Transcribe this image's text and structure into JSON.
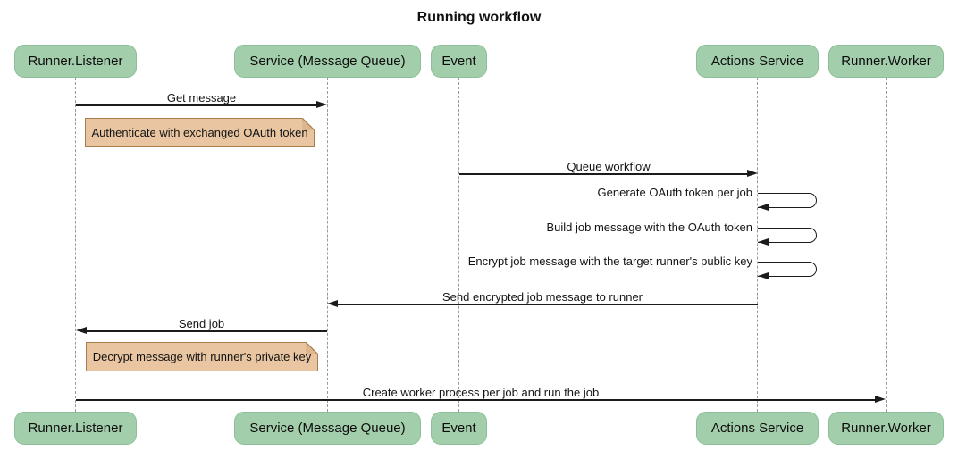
{
  "title": "Running workflow",
  "actors": [
    {
      "label": "Runner.Listener"
    },
    {
      "label": "Service (Message Queue)"
    },
    {
      "label": "Event"
    },
    {
      "label": "Actions Service"
    },
    {
      "label": "Runner.Worker"
    }
  ],
  "messages": [
    {
      "from": "Runner.Listener",
      "to": "Service (Message Queue)",
      "type": "solid-arrow",
      "label": "Get message"
    },
    {
      "from": "Event",
      "to": "Actions Service",
      "type": "solid-arrow",
      "label": "Queue workflow"
    },
    {
      "from": "Actions Service",
      "to": "Actions Service",
      "type": "self",
      "label": "Generate OAuth token per job"
    },
    {
      "from": "Actions Service",
      "to": "Actions Service",
      "type": "self",
      "label": "Build job message with the OAuth token"
    },
    {
      "from": "Actions Service",
      "to": "Actions Service",
      "type": "self",
      "label": "Encrypt job message with the target runner's public key"
    },
    {
      "from": "Actions Service",
      "to": "Service (Message Queue)",
      "type": "solid-arrow",
      "label": "Send encrypted job message to runner"
    },
    {
      "from": "Service (Message Queue)",
      "to": "Runner.Listener",
      "type": "solid-arrow",
      "label": "Send job"
    },
    {
      "from": "Runner.Listener",
      "to": "Runner.Worker",
      "type": "solid-arrow",
      "label": "Create worker process per job and run the job"
    }
  ],
  "notes": [
    {
      "over": "Runner.Listener",
      "label": "Authenticate with exchanged OAuth token"
    },
    {
      "over": "Runner.Listener",
      "label": "Decrypt message with runner's private key"
    }
  ],
  "colors": {
    "actor_fill": "#A3CEAB",
    "actor_border": "#8CBF99",
    "note_fill": "#E9C6A1",
    "note_border": "#A97E4D",
    "note_fold": "#DDB68E",
    "line": "#1b1b1b",
    "lifeline": "#999999"
  }
}
